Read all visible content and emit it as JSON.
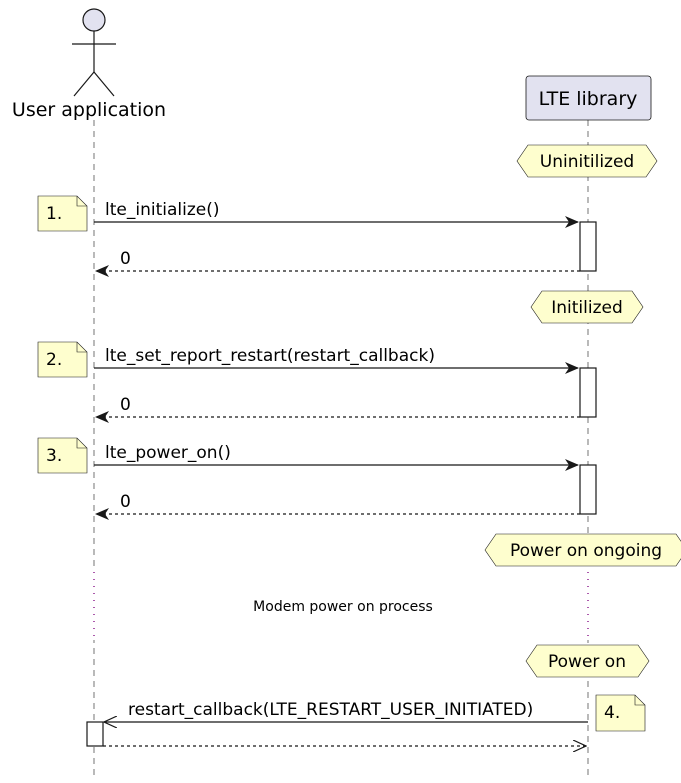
{
  "participants": {
    "user": "User application",
    "lte": "LTE library"
  },
  "states": {
    "s1": "Uninitilized",
    "s2": "Initilized",
    "s3": "Power on ongoing",
    "s4": "Power on"
  },
  "messages": {
    "m1": "lte_initialize()",
    "r1": "0",
    "m2": "lte_set_report_restart(restart_callback)",
    "r2": "0",
    "m3": "lte_power_on()",
    "r3": "0",
    "m4": "restart_callback(LTE_RESTART_USER_INITIATED)"
  },
  "notes": {
    "n1": "1.",
    "n2": "2.",
    "n3": "3.",
    "n4": "4."
  },
  "delay": "Modem power on process",
  "colors": {
    "participant_fill": "#e2e2f0",
    "note_fill": "#fefece",
    "line": "#181818",
    "delay_dots": "#800080"
  }
}
